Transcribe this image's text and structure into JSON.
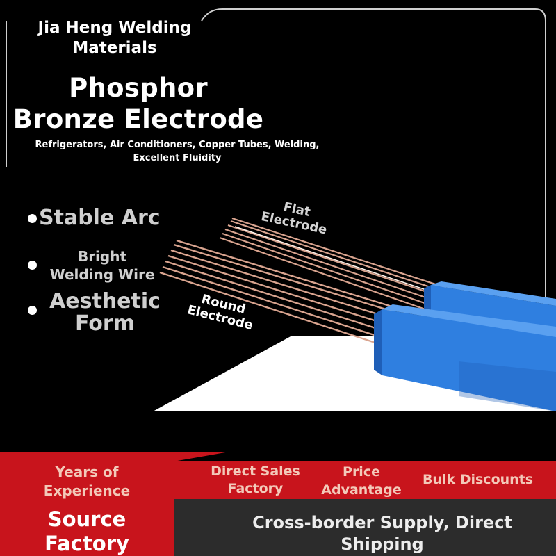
{
  "brand": {
    "line1": "Jia Heng Welding",
    "line2": "Materials"
  },
  "title": {
    "line1": "Phosphor",
    "line2": "Bronze Electrode"
  },
  "subtitle": {
    "line1": "Refrigerators, Air Conditioners, Copper Tubes, Welding,",
    "line2": "Excellent Fluidity"
  },
  "features": [
    {
      "line1": "Stable Arc",
      "line2": ""
    },
    {
      "line1": "Bright",
      "line2": "Welding Wire"
    },
    {
      "line1": "Aesthetic",
      "line2": "Form"
    }
  ],
  "product": {
    "label_flat_1": "Flat",
    "label_flat_2": "Electrode",
    "label_round_1": "Round",
    "label_round_2": "Electrode",
    "colors": {
      "rod": "#d9a48f",
      "box": "#2f7fe0",
      "box_dark": "#1f5fb8"
    }
  },
  "banner": {
    "years_1": "Years of",
    "years_2": "Experience",
    "direct_1": "Direct Sales",
    "direct_2": "Factory",
    "price_1": "Price",
    "price_2": "Advantage",
    "bulk": "Bulk Discounts",
    "source_1": "Source",
    "source_2": "Factory",
    "cross_1": "Cross-border Supply, Direct",
    "cross_2": "Shipping",
    "colors": {
      "red": "#c8141c",
      "dark": "#2c2c2c"
    }
  }
}
